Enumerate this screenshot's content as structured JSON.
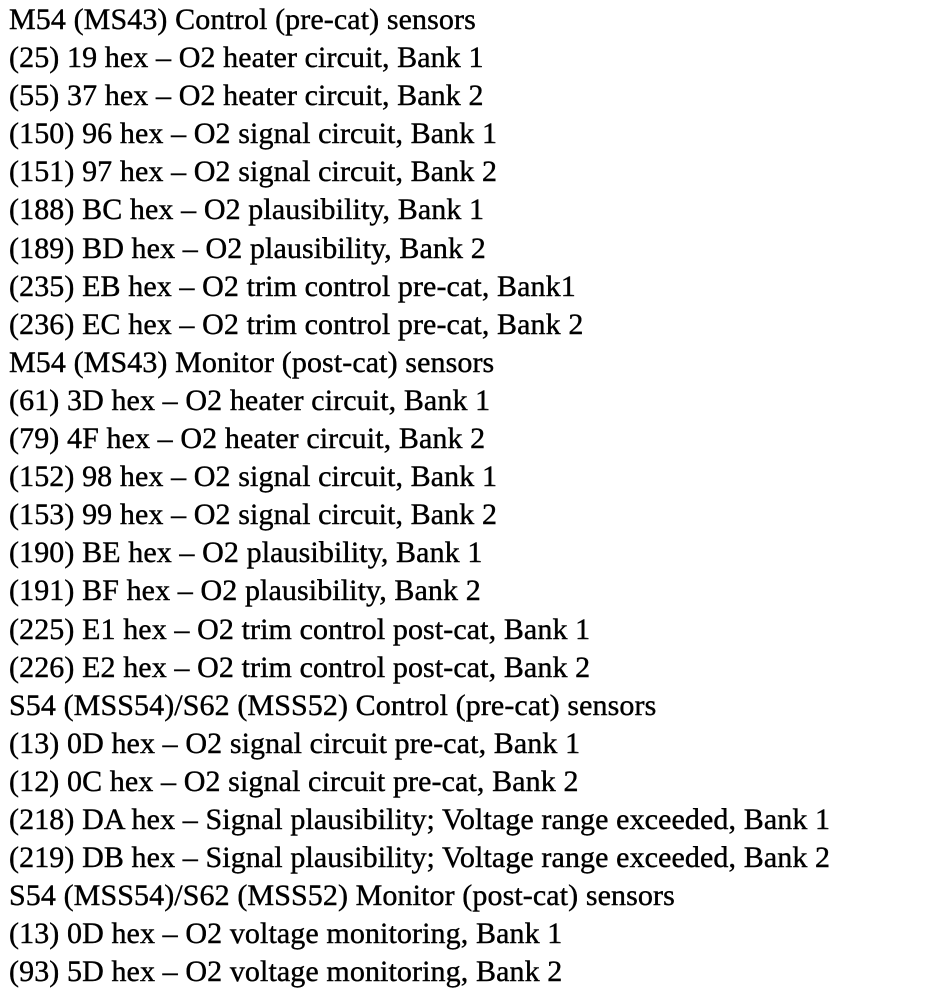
{
  "page": {
    "background_color": "#ffffff",
    "text_color": "#000000",
    "description": "Scanned text page listing BMW DME O2 sensor fault codes"
  },
  "document": {
    "lines": [
      "M54 (MS43) Control (pre-cat) sensors",
      "(25) 19 hex – O2 heater circuit, Bank 1",
      "(55) 37 hex – O2 heater circuit, Bank 2",
      "(150) 96 hex – O2 signal circuit, Bank 1",
      "(151) 97 hex – O2 signal circuit, Bank 2",
      "(188) BC hex – O2 plausibility, Bank 1",
      "(189) BD hex – O2 plausibility, Bank 2",
      "(235) EB hex – O2 trim control pre-cat, Bank1",
      "(236) EC hex – O2 trim control pre-cat, Bank 2",
      "M54 (MS43) Monitor (post-cat) sensors",
      "(61) 3D hex – O2 heater circuit, Bank 1",
      "(79) 4F hex – O2 heater circuit, Bank 2",
      "(152) 98 hex – O2 signal circuit, Bank 1",
      "(153) 99 hex – O2 signal circuit, Bank 2",
      "(190) BE hex – O2 plausibility, Bank 1",
      "(191) BF hex – O2 plausibility, Bank 2",
      "(225) E1 hex – O2 trim control post-cat, Bank 1",
      "(226) E2 hex – O2 trim control post-cat, Bank 2",
      "S54 (MSS54)/S62 (MSS52) Control (pre-cat) sensors",
      "(13) 0D hex – O2 signal circuit pre-cat, Bank 1",
      "(12) 0C hex – O2 signal circuit pre-cat, Bank 2",
      "(218) DA hex – Signal plausibility; Voltage range exceeded, Bank 1",
      "(219) DB hex – Signal plausibility; Voltage range exceeded, Bank 2",
      "S54 (MSS54)/S62 (MSS52) Monitor (post-cat) sensors",
      "(13) 0D hex – O2 voltage monitoring, Bank 1",
      "(93) 5D hex – O2 voltage monitoring, Bank 2"
    ]
  }
}
